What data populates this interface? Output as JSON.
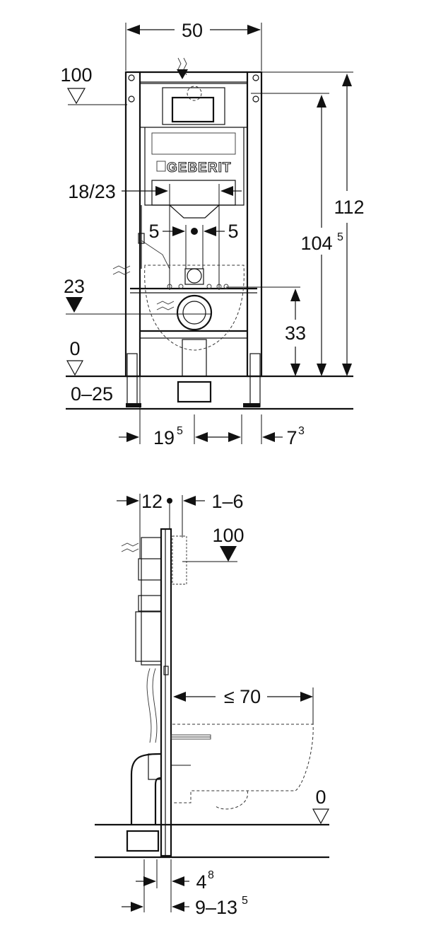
{
  "front_view": {
    "brand": "GEBERIT",
    "width": "50",
    "level_100": "100",
    "spacing": "18/23",
    "offset_left": "5",
    "offset_right": "5",
    "height_total": "112",
    "height_main": "104",
    "height_main_sup": "5",
    "level_23": "23",
    "height_33": "33",
    "level_0": "0",
    "floor_range": "0–25",
    "foot_left": "19",
    "foot_left_sup": "5",
    "foot_right": "7",
    "foot_right_sup": "3"
  },
  "side_view": {
    "depth_12": "12",
    "gap_range": "1–6",
    "level_100": "100",
    "bowl_projection": "≤ 70",
    "level_0": "0",
    "plate_depth": "4",
    "plate_depth_sup": "8",
    "wall_range": "9–13",
    "wall_range_sup": "5"
  },
  "colors": {
    "line": "#111111",
    "background": "#ffffff"
  }
}
